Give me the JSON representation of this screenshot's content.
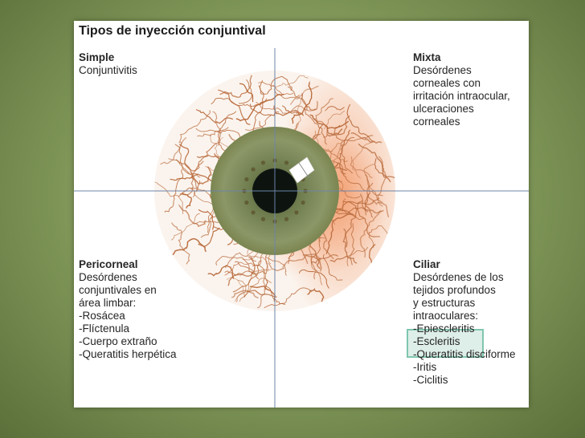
{
  "title": "Tipos de inyección conjuntival",
  "simple": {
    "heading": "Simple",
    "lines": [
      "Conjuntivitis"
    ]
  },
  "mixta": {
    "heading": "Mixta",
    "lines": [
      "Desórdenes",
      "corneales con",
      "irritación intraocular,",
      "ulceraciones",
      "corneales"
    ]
  },
  "pericorneal": {
    "heading": "Pericorneal",
    "lines": [
      "Desórdenes",
      "conjuntivales en",
      "área limbar:",
      "-Rosácea",
      "-Flíctenula",
      "-Cuerpo extraño",
      "-Queratitis herpética"
    ]
  },
  "ciliar": {
    "heading": "Ciliar",
    "lines": [
      "Desórdenes de los",
      "tejidos profundos",
      "y estructuras",
      "intraoculares:",
      "-Epiescleritis",
      "-Escleritis",
      "-Queratitis disciforme",
      "-Iritis",
      "-Ciclitis"
    ]
  },
  "colors": {
    "background": "#7f9658",
    "vessel": "#b8693a",
    "iris": "#7d8a5a",
    "pupil": "#0d1410",
    "flush": "#f07a3a",
    "highlight": "#7fc6b0"
  }
}
